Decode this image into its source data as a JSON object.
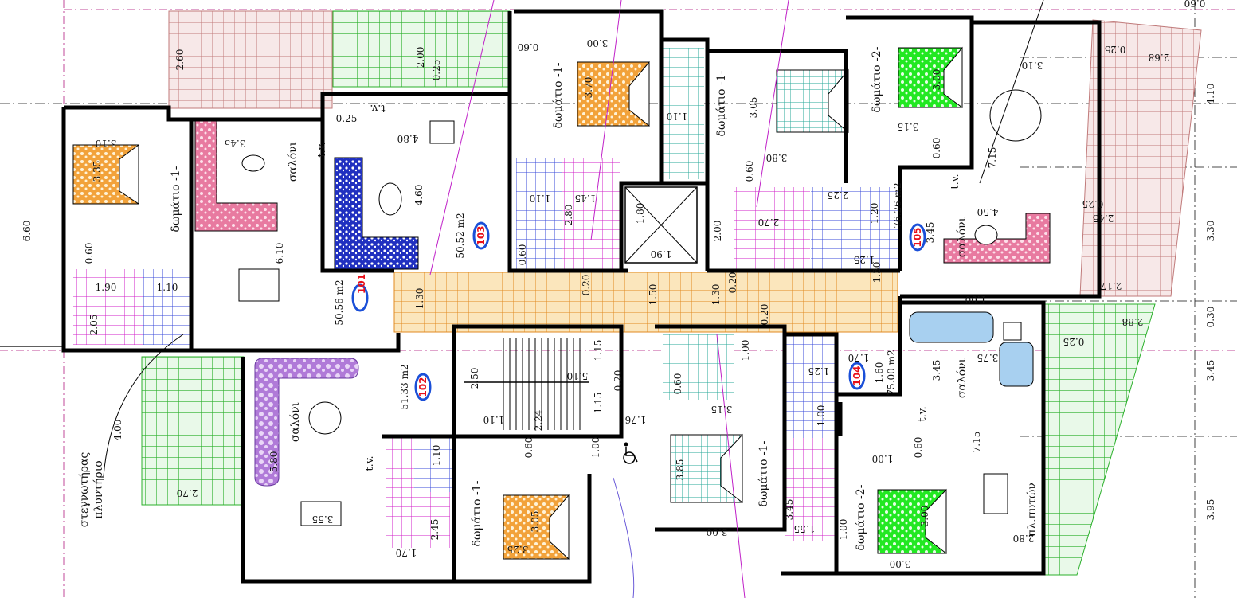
{
  "apartments": [
    {
      "id": "101",
      "area": "50.56 m2"
    },
    {
      "id": "102",
      "area": "51.33 m2"
    },
    {
      "id": "103",
      "area": "50.52 m2"
    },
    {
      "id": "104",
      "area": "75.00 m2"
    },
    {
      "id": "105",
      "area": "76.26 m2"
    }
  ],
  "rooms": {
    "bedroom1": "δωμάτιο -1-",
    "bedroom1b": "δωμάτιο -1-",
    "bedroom1c": "δωμάτιο -1-",
    "bedroom1d": "δωμάτιο -1-",
    "bedroom1e": "δωμάτιο -1-",
    "bedroom2": "δωμάτιο -2-",
    "bedroom2b": "δωμάτιο -2-",
    "living1": "σαλόνι",
    "living2": "σαλόνι",
    "living3": "σαλόνι",
    "living4": "σαλόνι",
    "laundry": "πλ.πυτών",
    "tv1": "t.v.",
    "tv2": "t.v.",
    "tv3": "t.v.",
    "tv4": "t.v.",
    "tv5": "t.v."
  },
  "notes": {
    "dryer": "στεγνωτήρας",
    "washer": "πλυντήριο"
  },
  "dims": {
    "d260": "2.60",
    "d200": "2.00",
    "d025a": "0.25",
    "d060a": "0.60",
    "d300a": "3.00",
    "d370": "3.70",
    "d310a": "3.10",
    "d335": "3.35",
    "d345a": "3.45",
    "d610": "6.10",
    "d660": "6.60",
    "d060b": "0.60",
    "d190": "1.90",
    "d110a": "1.10",
    "d205": "2.05",
    "d025b": "0.25",
    "d480": "4.80",
    "d460": "4.60",
    "d110b": "1.10",
    "d145": "1.45",
    "d280a": "2.80",
    "d060c": "0.60",
    "d180": "1.80",
    "d190b": "1.90",
    "d110c": "1.10",
    "d305a": "3.05",
    "d380": "3.80",
    "d060d": "0.60",
    "d200b": "2.00",
    "d270": "2.70",
    "d225": "2.25",
    "d120": "1.20",
    "d300b": "3.00",
    "d315a": "3.15",
    "d060e": "0.60",
    "d310b": "3.10",
    "d025c": "0.25",
    "d268": "2.68",
    "d715a": "7.15",
    "d450": "4.50",
    "d025d": "0.25",
    "d245a": "2.45",
    "d345b": "3.45",
    "d125a": "1.25",
    "d130a": "1.30",
    "d217": "2.17",
    "d410": "4.10",
    "d330": "3.30",
    "d020a": "0.20",
    "d130b": "1.30",
    "d150": "1.50",
    "d130c": "1.30",
    "d020b": "0.20",
    "d020c": "0.20",
    "d030": "0.30",
    "d288": "2.88",
    "d025e": "0.25",
    "d345c": "3.45",
    "d375": "3.75",
    "d345d": "3.45",
    "d170": "1.70",
    "d160": "1.60",
    "d125b": "1.25",
    "d715b": "7.15",
    "d395": "3.95",
    "d100a": "1.00",
    "d115a": "1.15",
    "d250": "2.50",
    "d510": "5.10",
    "d020d": "0.20",
    "d115b": "1.15",
    "d110d": "1.10",
    "d224": "2.24",
    "d176": "1.76",
    "d100b": "1.00",
    "d060f": "0.60",
    "d315b": "3.15",
    "d385": "3.85",
    "d300c": "3.00",
    "d100c": "1.00",
    "d100d": "1.00",
    "d345e": "3.45",
    "d155": "1.55",
    "d100e": "1.00",
    "d060g": "0.60",
    "d300d": "3.00",
    "d280b": "2.80",
    "d300e": "3.00",
    "d580": "5.80",
    "d355": "3.55",
    "d400": "4.00",
    "d270b": "2.70",
    "d110e": "1.10",
    "d245b": "2.45",
    "d170b": "1.70",
    "d060h": "0.60",
    "d305b": "3.05",
    "d325": "3.25",
    "d100f": "1.00",
    "d060i": "0.60",
    "d325b": "0.60"
  },
  "colors": {
    "terrace": "#a8e8a8",
    "terraceLine": "#2bb02b",
    "balcony": "#f2d6d6",
    "balconyLine": "#c07a7a",
    "corridor": "#f5d28a",
    "corridorLine": "#e08a20",
    "bath": "#b8c0f5",
    "bathLine": "#3a4ad8",
    "wc": "#f5c0f5",
    "wcLine": "#d020c8",
    "teal": "#bdeee6",
    "tealLine": "#2aa89a",
    "bed": "#f2a23a",
    "bedGreen": "#22e822",
    "bedTeal": "#9ad8d0",
    "sofaPink": "#e87aa0",
    "sofaBlue": "#2030c0",
    "sofaPurple": "#b07ad8",
    "labelBlue": "#1a4fd8",
    "labelRed": "#e8101a"
  }
}
